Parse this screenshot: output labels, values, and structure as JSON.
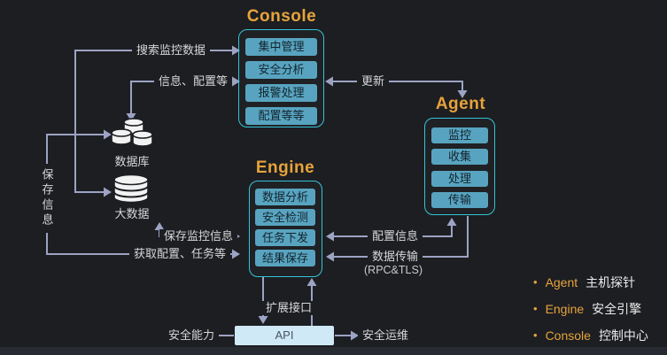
{
  "colors": {
    "background": "#1c1e22",
    "accent_gold": "#e7a33b",
    "box_border": "#35c3d8",
    "chip_fill": "#58a4c0",
    "chip_text": "#14242e",
    "line": "#9ca3c3",
    "api_fill": "#cfe9f6"
  },
  "nodes": {
    "console": {
      "title": "Console",
      "items": [
        "集中管理",
        "安全分析",
        "报警处理",
        "配置等等"
      ]
    },
    "engine": {
      "title": "Engine",
      "items": [
        "数据分析",
        "安全检测",
        "任务下发",
        "结果保存"
      ]
    },
    "agent": {
      "title": "Agent",
      "items": [
        "监控",
        "收集",
        "处理",
        "传输"
      ]
    }
  },
  "datastores": {
    "database": "数据库",
    "bigdata": "大数据"
  },
  "edges": {
    "search_monitoring_data": "搜索监控数据",
    "info_config": "信息、配置等",
    "update": "更新",
    "save_info": "保存信息",
    "save_monitoring_info": "保存监控信息",
    "get_config_tasks": "获取配置、任务等",
    "config_info": "配置信息",
    "data_transfer": "数据传输",
    "data_transfer_protocol": "(RPC&TLS)",
    "extension_interface": "扩展接口",
    "security_capability": "安全能力",
    "security_operations": "安全运维"
  },
  "api_box": {
    "label": "API"
  },
  "legend": {
    "items": [
      {
        "en": "Agent",
        "zh": "主机探针"
      },
      {
        "en": "Engine",
        "zh": "安全引擎"
      },
      {
        "en": "Console",
        "zh": "控制中心"
      }
    ]
  }
}
